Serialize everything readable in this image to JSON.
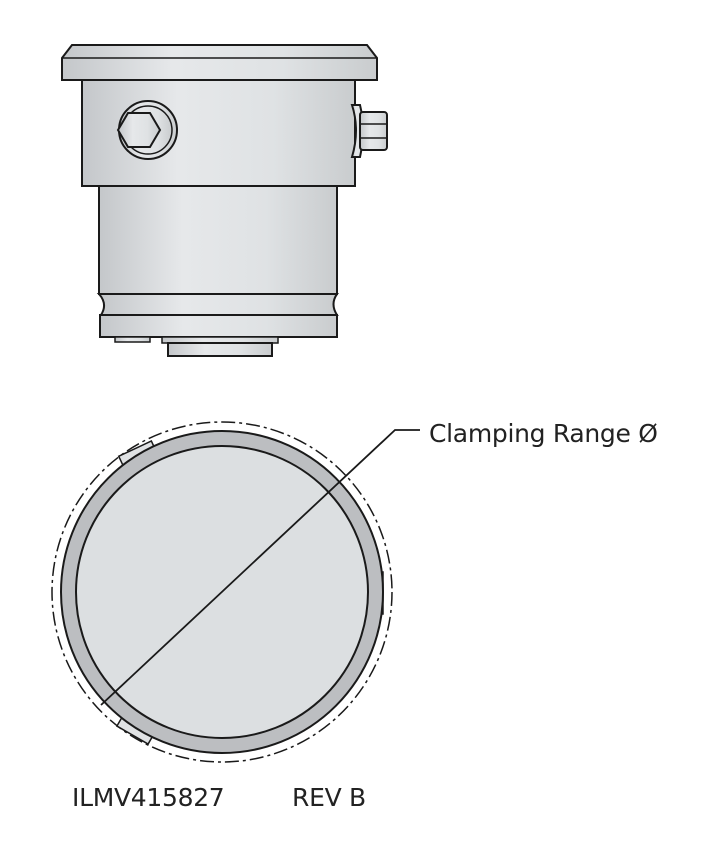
{
  "callout": {
    "label": "Clamping Range Ø"
  },
  "footer": {
    "part_number": "ILMV415827",
    "revision": "REV B"
  },
  "colors": {
    "metal": "#d9dcdf",
    "ring": "#b8babd",
    "outline": "#1a1a1a"
  }
}
